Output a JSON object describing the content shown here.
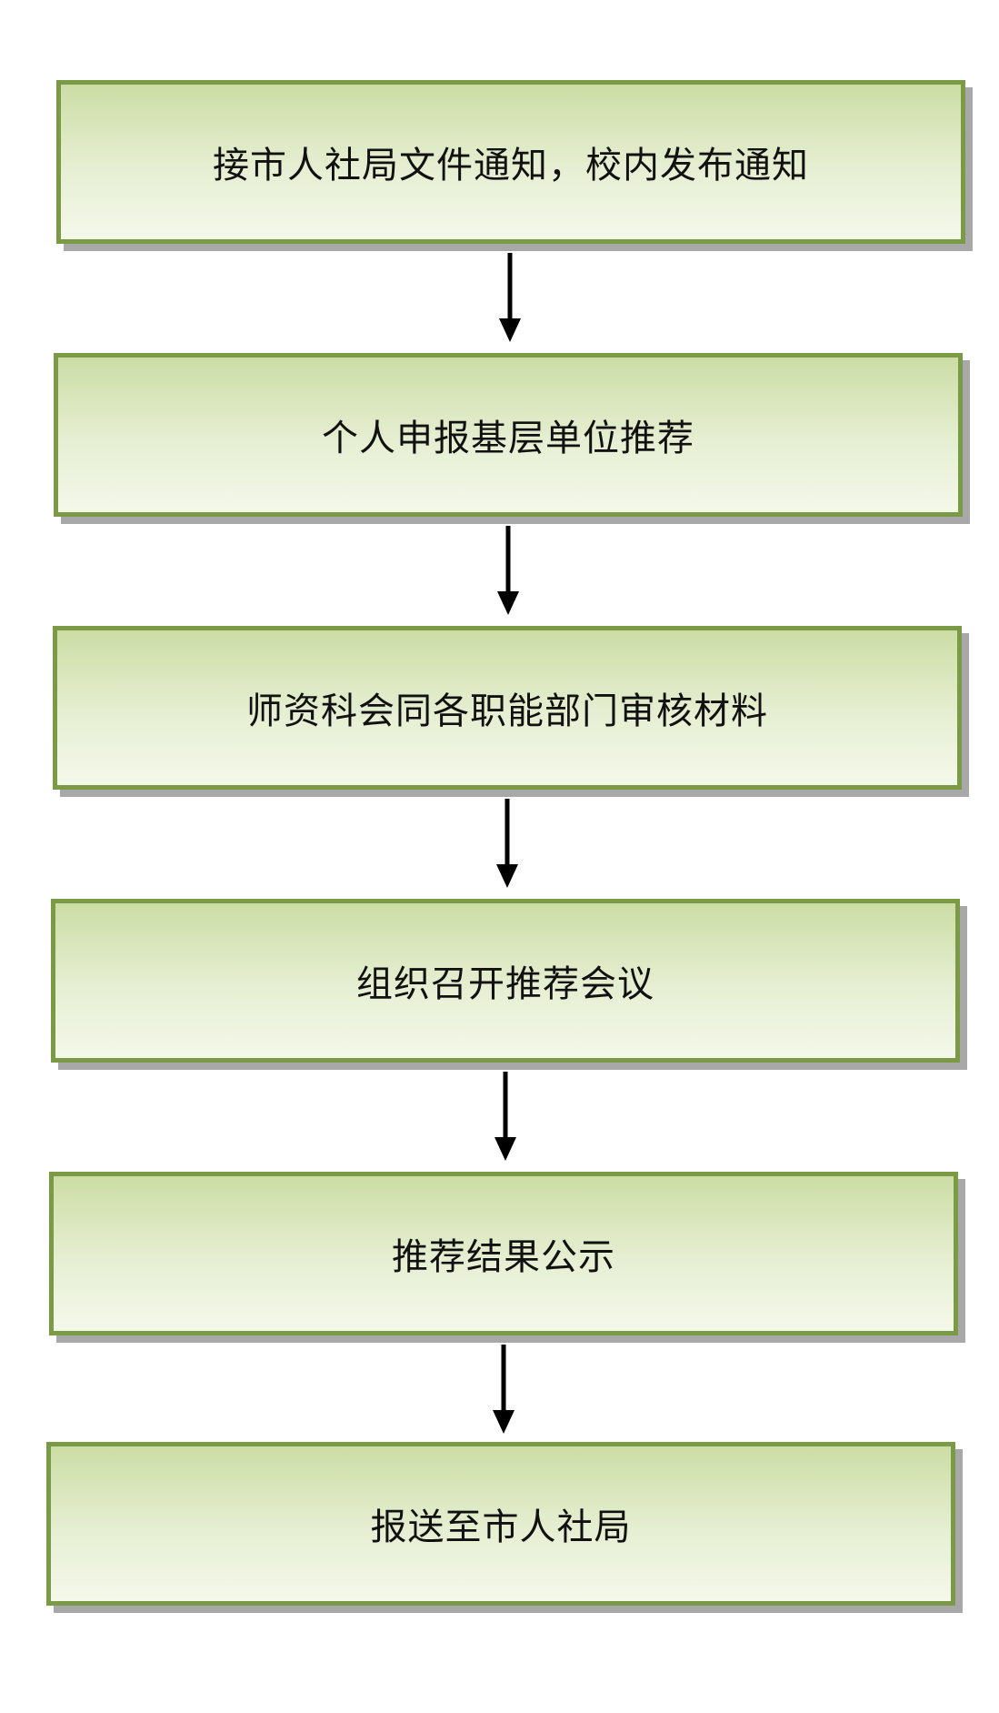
{
  "flowchart": {
    "steps": [
      {
        "label": "接市人社局文件通知，校内发布通知"
      },
      {
        "label": "个人申报基层单位推荐"
      },
      {
        "label": "师资科会同各职能部门审核材料"
      },
      {
        "label": "组织召开推荐会议"
      },
      {
        "label": "推荐结果公示"
      },
      {
        "label": "报送至市人社局"
      }
    ]
  },
  "colors": {
    "box_border": "#7a9a45",
    "box_fill_top": "#ccdda5",
    "box_fill_bottom": "#f4f8ea",
    "shadow": "#a8a8a8",
    "arrow": "#000000"
  }
}
